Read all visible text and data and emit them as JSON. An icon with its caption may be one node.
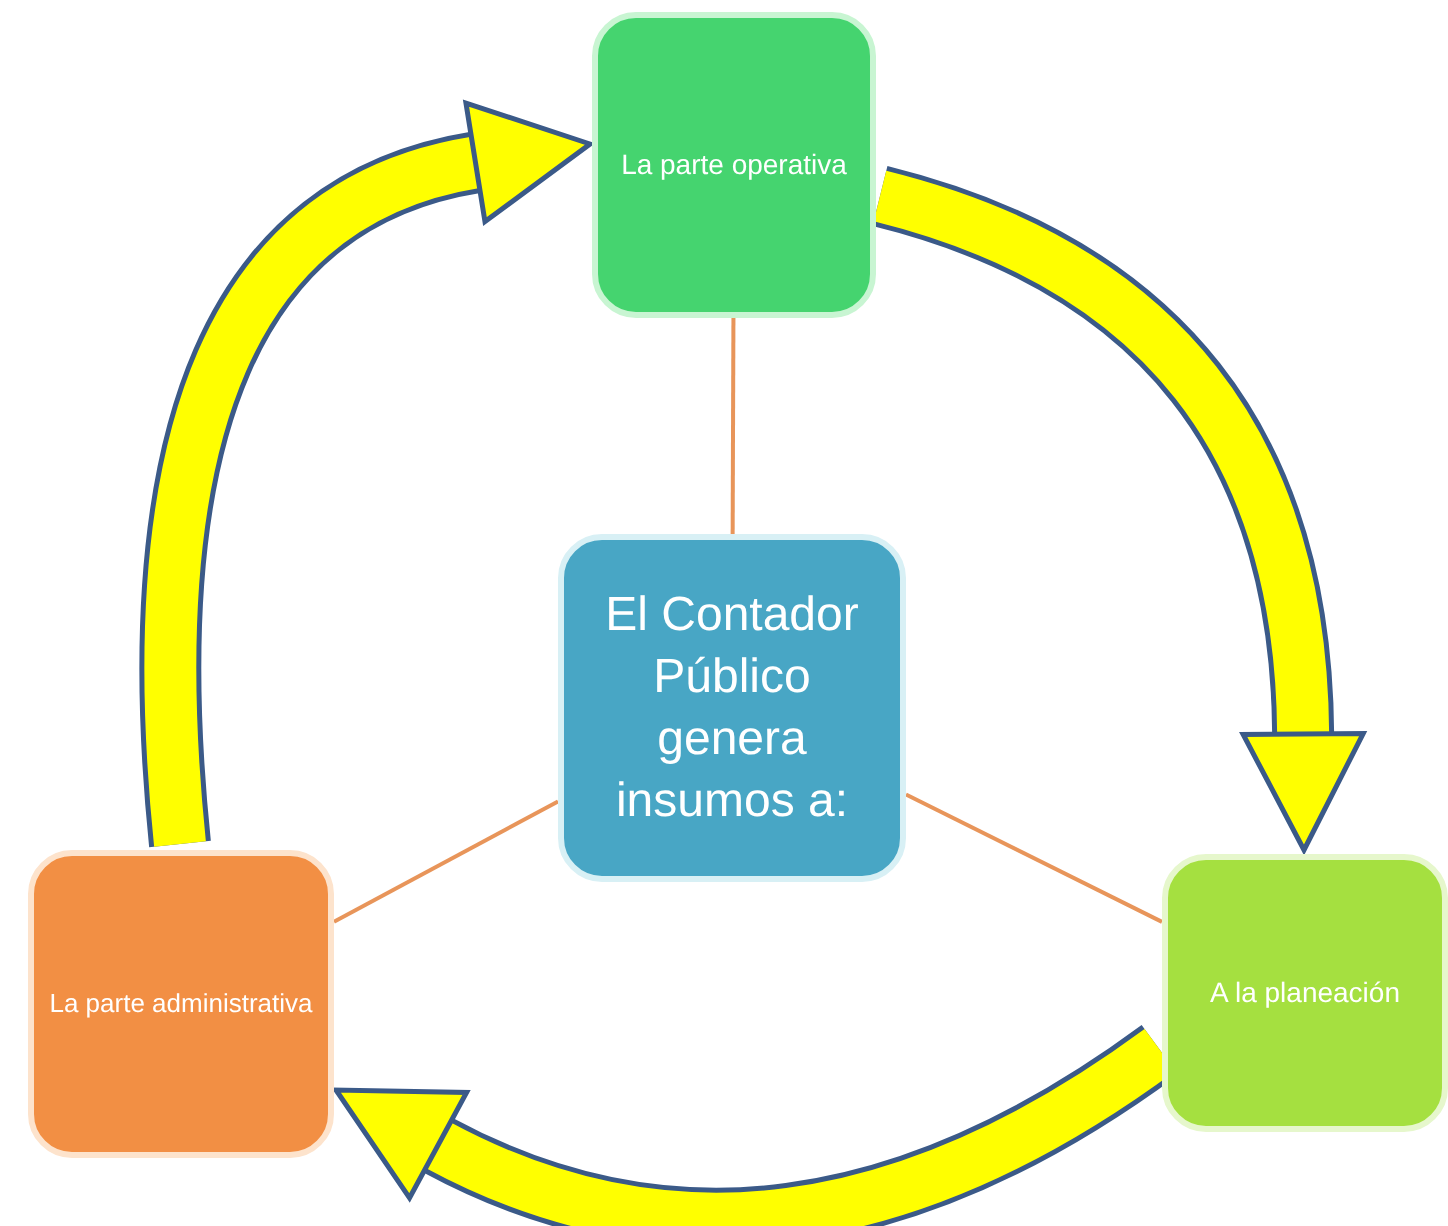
{
  "diagram": {
    "nodes": [
      {
        "text": [
          "La parte operativa"
        ]
      },
      {
        "text": [
          "El Contador Público genera insumos a:"
        ]
      },
      {
        "text": [
          "A la planeación"
        ]
      },
      {
        "text": [
          "La parte administrativa"
        ]
      }
    ],
    "edges": [
      {
        "from": 1,
        "to": 0,
        "arrow": "none",
        "color": "#e8955a"
      },
      {
        "from": 1,
        "to": 2,
        "arrow": "none",
        "color": "#e8955a"
      },
      {
        "from": 1,
        "to": 3,
        "arrow": "none",
        "color": "#e8955a"
      },
      {
        "from": 0,
        "to": 2,
        "arrow": "to",
        "style": "thick",
        "color": "#ffff00"
      },
      {
        "from": 2,
        "to": 3,
        "arrow": "to",
        "style": "thick",
        "color": "#ffff00"
      },
      {
        "from": 3,
        "to": 0,
        "arrow": "to",
        "style": "thick",
        "color": "#ffff00"
      }
    ]
  }
}
